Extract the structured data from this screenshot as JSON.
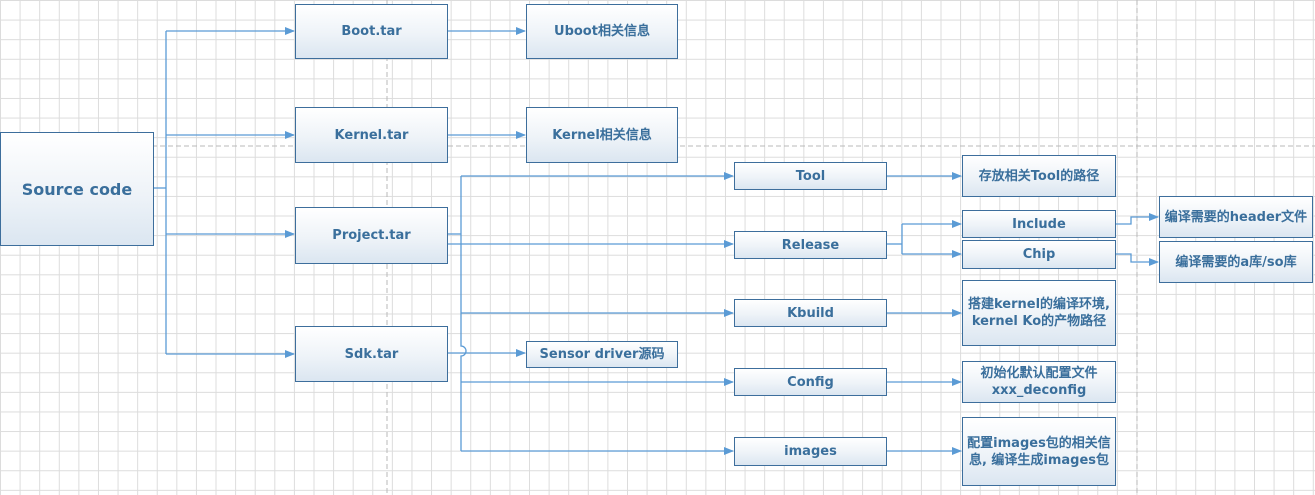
{
  "colors": {
    "box_border": "#3d6e9c",
    "text": "#3a6f9c",
    "wire": "#5b9bd5",
    "grid": "#dcdcdc",
    "dash": "#b9b9b9"
  },
  "nodes": {
    "source": "Source code",
    "boot": "Boot.tar",
    "uboot_info": "Uboot相关信息",
    "kernel": "Kernel.tar",
    "kernel_info": "Kernel相关信息",
    "project": "Project.tar",
    "sdk": "Sdk.tar",
    "sensor": "Sensor driver源码",
    "tool": "Tool",
    "tool_desc": "存放相关Tool的路径",
    "release": "Release",
    "include": "Include",
    "chip": "Chip",
    "header_desc": "编译需要的header文件",
    "lib_desc": "编译需要的a库/so库",
    "kbuild": "Kbuild",
    "kbuild_desc": "搭建kernel的编译环境, kernel Ko的产物路径",
    "config": "Config",
    "config_desc": "初始化默认配置文件xxx_deconfig",
    "images": "images",
    "images_desc": "配置images包的相关信息, 编译生成images包"
  }
}
